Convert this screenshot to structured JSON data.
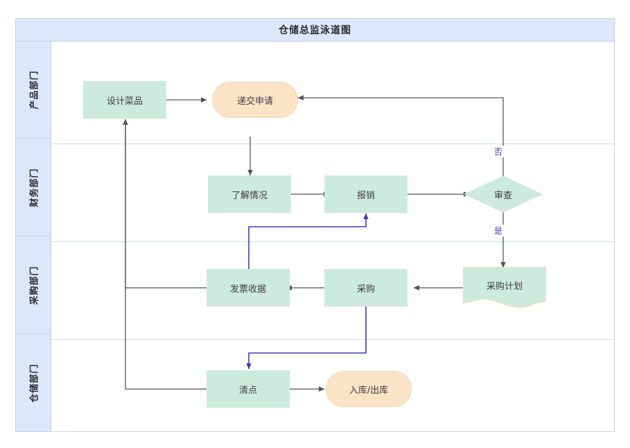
{
  "diagram": {
    "title": "仓储总监泳道图",
    "type": "swimlane-flowchart",
    "colors": {
      "header_band": "#dde7fb",
      "lane_label_band": "#dde7fb",
      "frame_border": "#c5d4f0",
      "lane_separator": "#c9dcf6",
      "process_fill": "#cdeade",
      "terminator_fill": "#fbe3c8",
      "connector_gray": "#555555",
      "connector_blue": "#3b3bc4",
      "edge_label_text": "#3b3bc4",
      "node_text": "#3d3d3d"
    },
    "lanes": [
      {
        "id": "lane-product",
        "label": "产品部门"
      },
      {
        "id": "lane-finance",
        "label": "财务部门"
      },
      {
        "id": "lane-purchase",
        "label": "采购部门"
      },
      {
        "id": "lane-warehouse",
        "label": "仓储部门"
      }
    ],
    "nodes": [
      {
        "id": "node-design",
        "label": "设计菜品",
        "shape": "rectangle",
        "lane": "产品部门"
      },
      {
        "id": "node-submit",
        "label": "递交申请",
        "shape": "rounded",
        "lane": "产品部门"
      },
      {
        "id": "node-understand",
        "label": "了解情况",
        "shape": "rectangle",
        "lane": "财务部门"
      },
      {
        "id": "node-reimburse",
        "label": "报销",
        "shape": "rectangle",
        "lane": "财务部门"
      },
      {
        "id": "node-review",
        "label": "审查",
        "shape": "diamond",
        "lane": "财务部门"
      },
      {
        "id": "node-invoice",
        "label": "发票收据",
        "shape": "rectangle",
        "lane": "采购部门"
      },
      {
        "id": "node-purchase",
        "label": "采购",
        "shape": "rectangle",
        "lane": "采购部门"
      },
      {
        "id": "node-purchase-plan",
        "label": "采购计划",
        "shape": "document",
        "lane": "采购部门"
      },
      {
        "id": "node-count",
        "label": "清点",
        "shape": "rectangle",
        "lane": "仓储部门"
      },
      {
        "id": "node-in-out",
        "label": "入库/出库",
        "shape": "rounded",
        "lane": "仓储部门"
      }
    ],
    "edge_labels": [
      {
        "id": "edge-label-no",
        "text": "否"
      },
      {
        "id": "edge-label-yes",
        "text": "是"
      }
    ],
    "edges": [
      {
        "from": "设计菜品",
        "to": "递交申请",
        "label": "",
        "color": "gray"
      },
      {
        "from": "递交申请",
        "to": "了解情况",
        "label": "",
        "color": "gray"
      },
      {
        "from": "了解情况",
        "to": "报销",
        "label": "",
        "color": "gray"
      },
      {
        "from": "报销",
        "to": "审查",
        "label": "",
        "color": "gray"
      },
      {
        "from": "审查",
        "to": "递交申请",
        "label": "否",
        "color": "gray"
      },
      {
        "from": "审查",
        "to": "采购计划",
        "label": "是",
        "color": "gray"
      },
      {
        "from": "采购计划",
        "to": "采购",
        "label": "",
        "color": "gray"
      },
      {
        "from": "采购",
        "to": "发票收据",
        "label": "",
        "color": "gray"
      },
      {
        "from": "发票收据",
        "to": "报销",
        "label": "",
        "color": "blue"
      },
      {
        "from": "采购",
        "to": "清点",
        "label": "",
        "color": "blue"
      },
      {
        "from": "发票收据",
        "to": "设计菜品",
        "label": "",
        "color": "gray"
      },
      {
        "from": "清点",
        "to": "设计菜品",
        "label": "",
        "color": "gray"
      },
      {
        "from": "清点",
        "to": "入库/出库",
        "label": "",
        "color": "gray"
      }
    ]
  }
}
